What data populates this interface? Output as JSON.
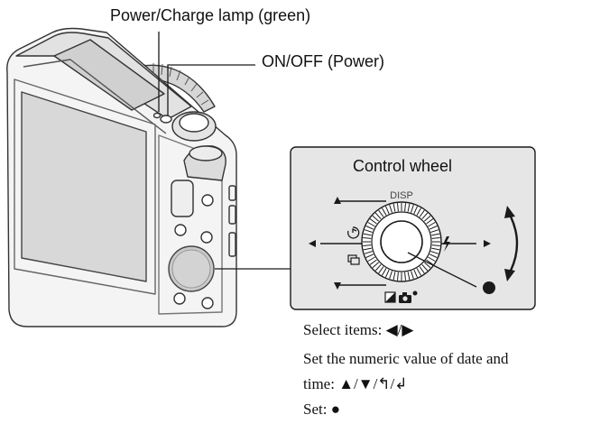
{
  "labels": {
    "power_lamp": "Power/Charge lamp (green)",
    "on_off": "ON/OFF (Power)",
    "control_wheel": "Control wheel",
    "disp": "DISP"
  },
  "instructions": {
    "select_items": "Select items: ◀/▶",
    "numeric_value_line1": "Set the numeric value of date and",
    "numeric_value_line2": "time: ▲/▼/↰/↲",
    "set": "Set: ●"
  },
  "icons": [
    "self-timer-icon",
    "continuous-shooting-icon",
    "flash-icon",
    "exposure-compensation-icon",
    "scene-mode-icon",
    "up-arrow-icon",
    "down-arrow-icon",
    "left-arrow-icon",
    "right-arrow-icon",
    "rotate-arrow-icon",
    "center-button-icon"
  ],
  "colors": {
    "line": "#1a1a1a",
    "camera_outline": "#333333",
    "panel_bg": "#e6e6e6",
    "text": "#111111"
  }
}
